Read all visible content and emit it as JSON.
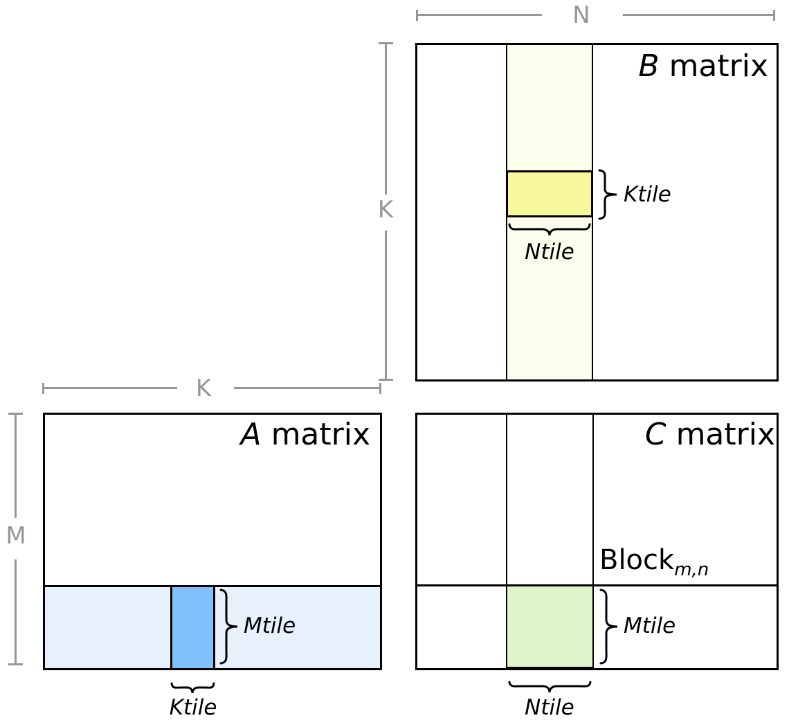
{
  "colors": {
    "tile_yellow": "#f7f79e",
    "tile_blue": "#7fc1f8",
    "tile_green": "#def5ca",
    "strip_ivory": "#fdfdee",
    "strip_lightblue": "#e7f1fc",
    "line_black": "#000000",
    "dimension_gray": "#969696"
  },
  "dimensions": {
    "n_label": "N",
    "k_vertical_label": "K",
    "k_horizontal_label": "K",
    "m_label": "M"
  },
  "b_matrix": {
    "name_letter": "B",
    "name_rest": " matrix",
    "ktile_label": "Ktile",
    "ntile_label": "Ntile"
  },
  "a_matrix": {
    "name_letter": "A",
    "name_rest": " matrix",
    "mtile_label": "Mtile",
    "ktile_label": "Ktile"
  },
  "c_matrix": {
    "name_letter": "C",
    "name_rest": " matrix",
    "block_label": "Block",
    "block_subscript": "m,n",
    "mtile_label": "Mtile",
    "ntile_label": "Ntile"
  }
}
